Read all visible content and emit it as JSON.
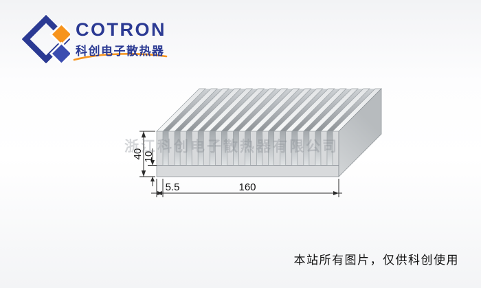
{
  "logo": {
    "brand": "COTRON",
    "subtitle": "科创电子散热器",
    "colors": {
      "blue": "#2b3a93",
      "orange": "#f7941d"
    }
  },
  "drawing": {
    "subject": "finned-heatsink-extrusion-profile",
    "dims": {
      "height": "40",
      "base": "10",
      "pitch": "5.5",
      "width": "160"
    }
  },
  "watermark": {
    "text": "浙江科创电子散热器有限公司"
  },
  "footer": {
    "notice": "本站所有图片，仅供科创使用"
  }
}
